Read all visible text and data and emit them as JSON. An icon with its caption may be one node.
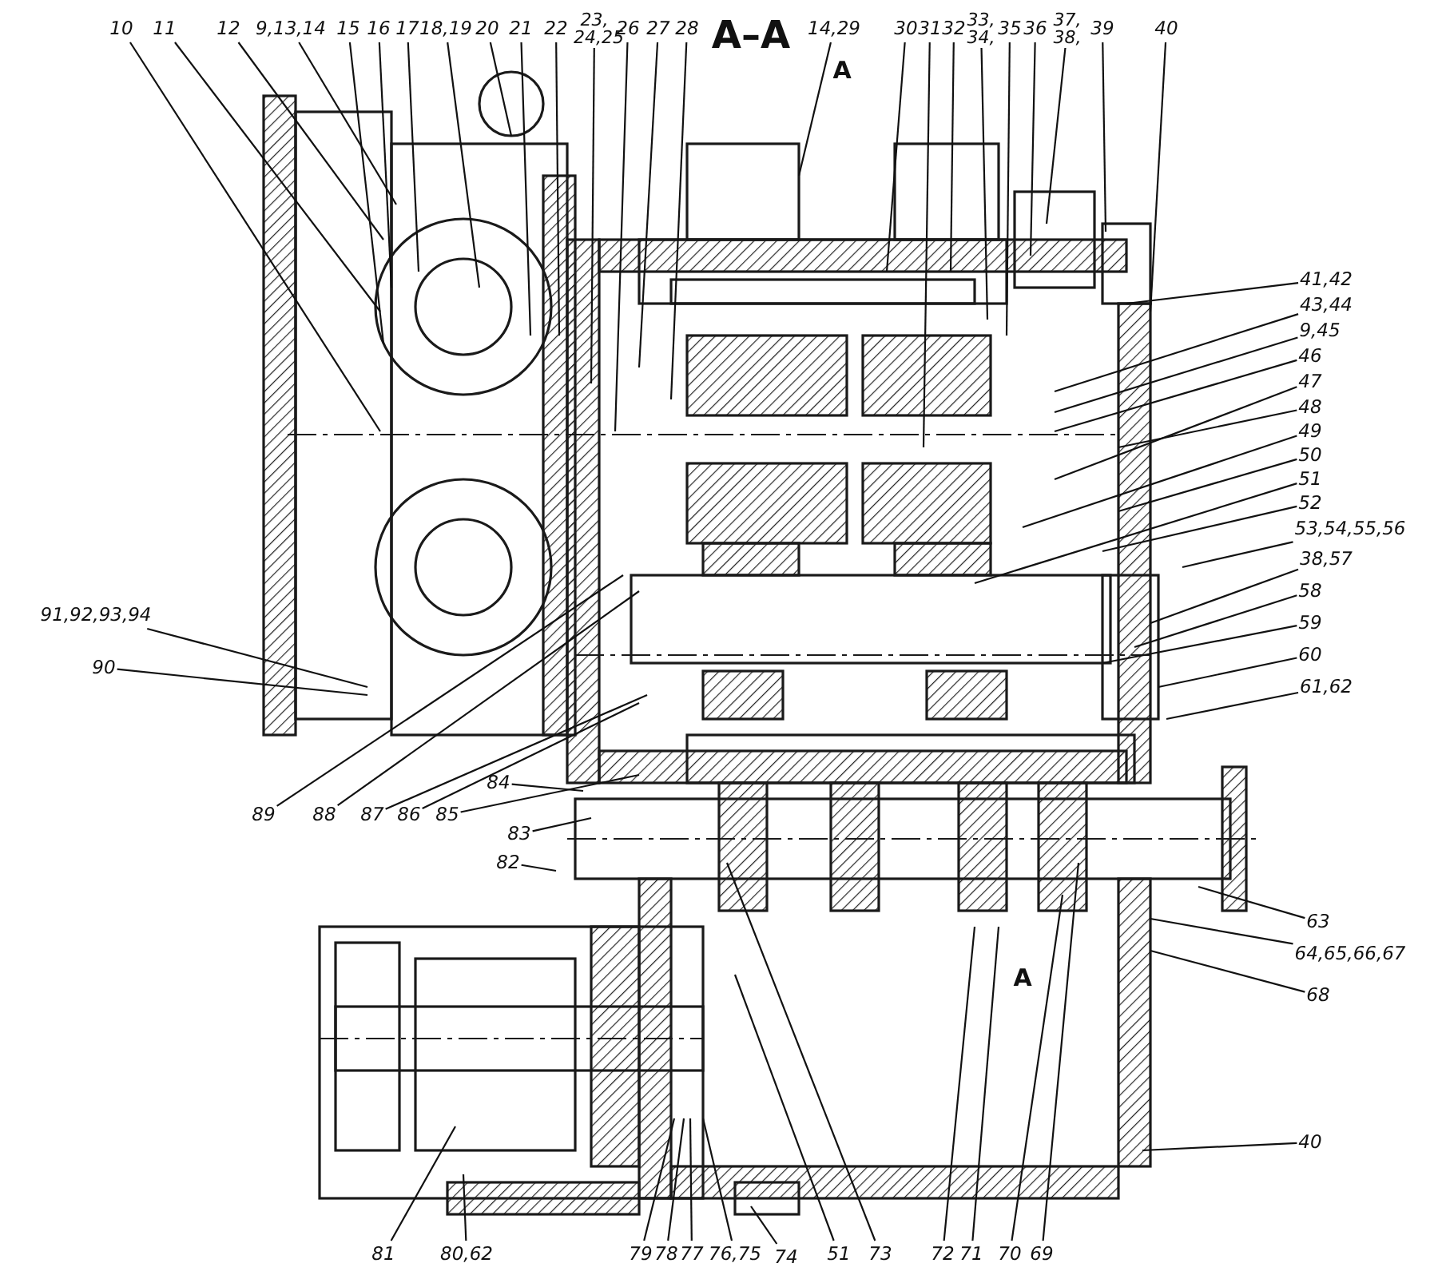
{
  "diagram": {
    "title": "A–A",
    "nodes": [
      {
        "text": [
          "10"
        ]
      },
      {
        "text": [
          "11"
        ]
      },
      {
        "text": [
          "12"
        ]
      },
      {
        "text": [
          "9,13,14"
        ]
      },
      {
        "text": [
          "15"
        ]
      },
      {
        "text": [
          "16"
        ]
      },
      {
        "text": [
          "17"
        ]
      },
      {
        "text": [
          "18,19"
        ]
      },
      {
        "text": [
          "20"
        ]
      },
      {
        "text": [
          "21"
        ]
      },
      {
        "text": [
          "22"
        ]
      },
      {
        "text": [
          "23, 24,25"
        ]
      },
      {
        "text": [
          "26"
        ]
      },
      {
        "text": [
          "27"
        ]
      },
      {
        "text": [
          "28"
        ]
      },
      {
        "text": [
          "14,29"
        ]
      },
      {
        "text": [
          "30"
        ]
      },
      {
        "text": [
          "31"
        ]
      },
      {
        "text": [
          "32"
        ]
      },
      {
        "text": [
          "33, 34,"
        ]
      },
      {
        "text": [
          "35"
        ]
      },
      {
        "text": [
          "36"
        ]
      },
      {
        "text": [
          "37, 38,"
        ]
      },
      {
        "text": [
          "39"
        ]
      },
      {
        "text": [
          "40"
        ]
      },
      {
        "text": [
          "41,42"
        ]
      },
      {
        "text": [
          "43,44"
        ]
      },
      {
        "text": [
          "9,45"
        ]
      },
      {
        "text": [
          "46"
        ]
      },
      {
        "text": [
          "47"
        ]
      },
      {
        "text": [
          "48"
        ]
      },
      {
        "text": [
          "49"
        ]
      },
      {
        "text": [
          "50"
        ]
      },
      {
        "text": [
          "51"
        ]
      },
      {
        "text": [
          "52"
        ]
      },
      {
        "text": [
          "53,54,55,56"
        ]
      },
      {
        "text": [
          "38,57"
        ]
      },
      {
        "text": [
          "58"
        ]
      },
      {
        "text": [
          "59"
        ]
      },
      {
        "text": [
          "60"
        ]
      },
      {
        "text": [
          "61,62"
        ]
      },
      {
        "text": [
          "63"
        ]
      },
      {
        "text": [
          "64,65,66,67"
        ]
      },
      {
        "text": [
          "68"
        ]
      },
      {
        "text": [
          "40"
        ]
      },
      {
        "text": [
          "81"
        ]
      },
      {
        "text": [
          "80,62"
        ]
      },
      {
        "text": [
          "79"
        ]
      },
      {
        "text": [
          "78"
        ]
      },
      {
        "text": [
          "77"
        ]
      },
      {
        "text": [
          "76,75"
        ]
      },
      {
        "text": [
          "74"
        ]
      },
      {
        "text": [
          "51"
        ]
      },
      {
        "text": [
          "73"
        ]
      },
      {
        "text": [
          "72"
        ]
      },
      {
        "text": [
          "71"
        ]
      },
      {
        "text": [
          "70"
        ]
      },
      {
        "text": [
          "69"
        ]
      },
      {
        "text": [
          "91,92,93,94"
        ]
      },
      {
        "text": [
          "90"
        ]
      },
      {
        "text": [
          "89"
        ]
      },
      {
        "text": [
          "88"
        ]
      },
      {
        "text": [
          "87"
        ]
      },
      {
        "text": [
          "86"
        ]
      },
      {
        "text": [
          "85"
        ]
      },
      {
        "text": [
          "84"
        ]
      },
      {
        "text": [
          "83"
        ]
      },
      {
        "text": [
          "82"
        ]
      }
    ],
    "edges": [
      {
        "from": 0,
        "to": null,
        "arrow": "none"
      },
      {
        "from": 1,
        "to": null,
        "arrow": "none"
      },
      {
        "from": 2,
        "to": null,
        "arrow": "none"
      },
      {
        "from": 3,
        "to": null,
        "arrow": "none"
      },
      {
        "from": 4,
        "to": null,
        "arrow": "none"
      },
      {
        "from": 5,
        "to": null,
        "arrow": "none"
      },
      {
        "from": 6,
        "to": null,
        "arrow": "none"
      },
      {
        "from": 7,
        "to": null,
        "arrow": "none"
      },
      {
        "from": 8,
        "to": null,
        "arrow": "none"
      },
      {
        "from": 9,
        "to": null,
        "arrow": "none"
      },
      {
        "from": 10,
        "to": null,
        "arrow": "none"
      },
      {
        "from": 11,
        "to": null,
        "arrow": "none"
      },
      {
        "from": 12,
        "to": null,
        "arrow": "none"
      },
      {
        "from": 13,
        "to": null,
        "arrow": "none"
      },
      {
        "from": 14,
        "to": null,
        "arrow": "none"
      },
      {
        "from": 15,
        "to": null,
        "arrow": "none"
      },
      {
        "from": 16,
        "to": null,
        "arrow": "none"
      },
      {
        "from": 17,
        "to": null,
        "arrow": "none"
      },
      {
        "from": 18,
        "to": null,
        "arrow": "none"
      },
      {
        "from": 19,
        "to": null,
        "arrow": "none"
      },
      {
        "from": 20,
        "to": null,
        "arrow": "none"
      },
      {
        "from": 21,
        "to": null,
        "arrow": "none"
      },
      {
        "from": 22,
        "to": null,
        "arrow": "none"
      },
      {
        "from": 23,
        "to": null,
        "arrow": "none"
      },
      {
        "from": 24,
        "to": null,
        "arrow": "none"
      },
      {
        "from": 25,
        "to": null,
        "arrow": "none"
      },
      {
        "from": 26,
        "to": null,
        "arrow": "none"
      },
      {
        "from": 27,
        "to": null,
        "arrow": "none"
      },
      {
        "from": 28,
        "to": null,
        "arrow": "none"
      },
      {
        "from": 29,
        "to": null,
        "arrow": "none"
      },
      {
        "from": 30,
        "to": null,
        "arrow": "none"
      },
      {
        "from": 31,
        "to": null,
        "arrow": "none"
      },
      {
        "from": 32,
        "to": null,
        "arrow": "none"
      },
      {
        "from": 33,
        "to": null,
        "arrow": "none"
      },
      {
        "from": 34,
        "to": null,
        "arrow": "none"
      },
      {
        "from": 35,
        "to": null,
        "arrow": "none"
      },
      {
        "from": 36,
        "to": null,
        "arrow": "none"
      },
      {
        "from": 37,
        "to": null,
        "arrow": "none"
      },
      {
        "from": 38,
        "to": null,
        "arrow": "none"
      },
      {
        "from": 39,
        "to": null,
        "arrow": "none"
      },
      {
        "from": 40,
        "to": null,
        "arrow": "none"
      },
      {
        "from": 41,
        "to": null,
        "arrow": "none"
      },
      {
        "from": 42,
        "to": null,
        "arrow": "none"
      },
      {
        "from": 43,
        "to": null,
        "arrow": "none"
      },
      {
        "from": 44,
        "to": null,
        "arrow": "none"
      },
      {
        "from": 45,
        "to": null,
        "arrow": "none"
      },
      {
        "from": 46,
        "to": null,
        "arrow": "none"
      },
      {
        "from": 47,
        "to": null,
        "arrow": "none"
      },
      {
        "from": 48,
        "to": null,
        "arrow": "none"
      },
      {
        "from": 49,
        "to": null,
        "arrow": "none"
      },
      {
        "from": 50,
        "to": null,
        "arrow": "none"
      },
      {
        "from": 51,
        "to": null,
        "arrow": "none"
      },
      {
        "from": 52,
        "to": null,
        "arrow": "none"
      },
      {
        "from": 53,
        "to": null,
        "arrow": "none"
      },
      {
        "from": 54,
        "to": null,
        "arrow": "none"
      },
      {
        "from": 55,
        "to": null,
        "arrow": "none"
      },
      {
        "from": 56,
        "to": null,
        "arrow": "none"
      },
      {
        "from": 57,
        "to": null,
        "arrow": "none"
      },
      {
        "from": 58,
        "to": null,
        "arrow": "none"
      },
      {
        "from": 59,
        "to": null,
        "arrow": "none"
      },
      {
        "from": 60,
        "to": null,
        "arrow": "none"
      },
      {
        "from": 61,
        "to": null,
        "arrow": "none"
      },
      {
        "from": 62,
        "to": null,
        "arrow": "none"
      },
      {
        "from": 63,
        "to": null,
        "arrow": "none"
      },
      {
        "from": 64,
        "to": null,
        "arrow": "none"
      },
      {
        "from": 65,
        "to": null,
        "arrow": "none"
      },
      {
        "from": 66,
        "to": null,
        "arrow": "none"
      },
      {
        "from": 67,
        "to": null,
        "arrow": "none"
      }
    ],
    "labels": [
      "A",
      "A"
    ]
  }
}
